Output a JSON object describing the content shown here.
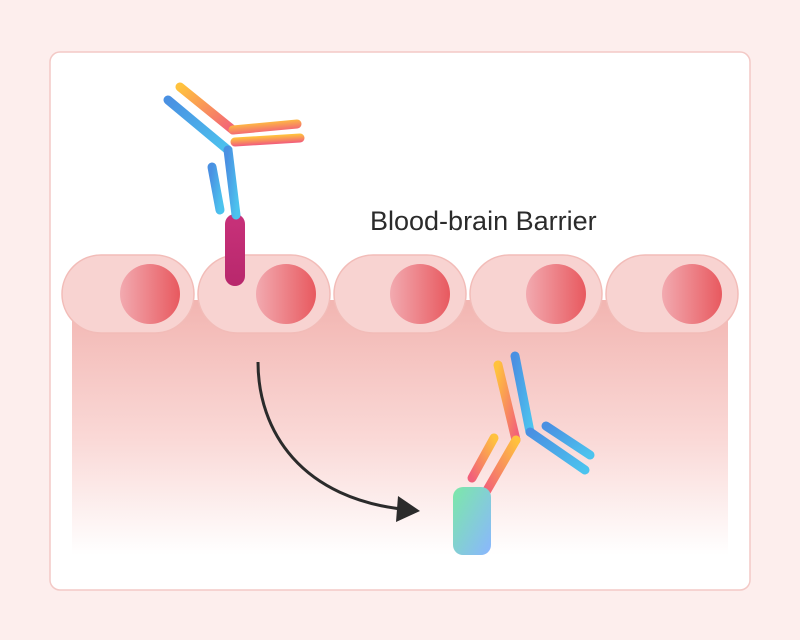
{
  "diagram": {
    "label": "Blood-brain Barrier",
    "colors": {
      "page_background": "#fdeeed",
      "panel_background": "#ffffff",
      "panel_border": "#f3c9c6",
      "cell_membrane": "#f8d3d1",
      "cell_outline": "#f2bcb8",
      "nucleus_light": "#f2aab0",
      "nucleus_dark": "#e8595f",
      "brain_gradient_top": "#f2b5b1",
      "arrow": "#2b2b2b",
      "heavy_chain_blue_start": "#4a90e2",
      "heavy_chain_blue_end": "#4cc3ee",
      "light_chain_start": "#ffc23d",
      "light_chain_end": "#f2607a",
      "shuttle_module": "#c8317a",
      "payload_start": "#7ce8a8",
      "payload_end": "#8ab6ff"
    },
    "elements": {
      "endothelial_cells": 5,
      "antibody_outside": "bispecific-antibody-with-shuttle",
      "antibody_inside": "antibody-with-payload"
    }
  }
}
